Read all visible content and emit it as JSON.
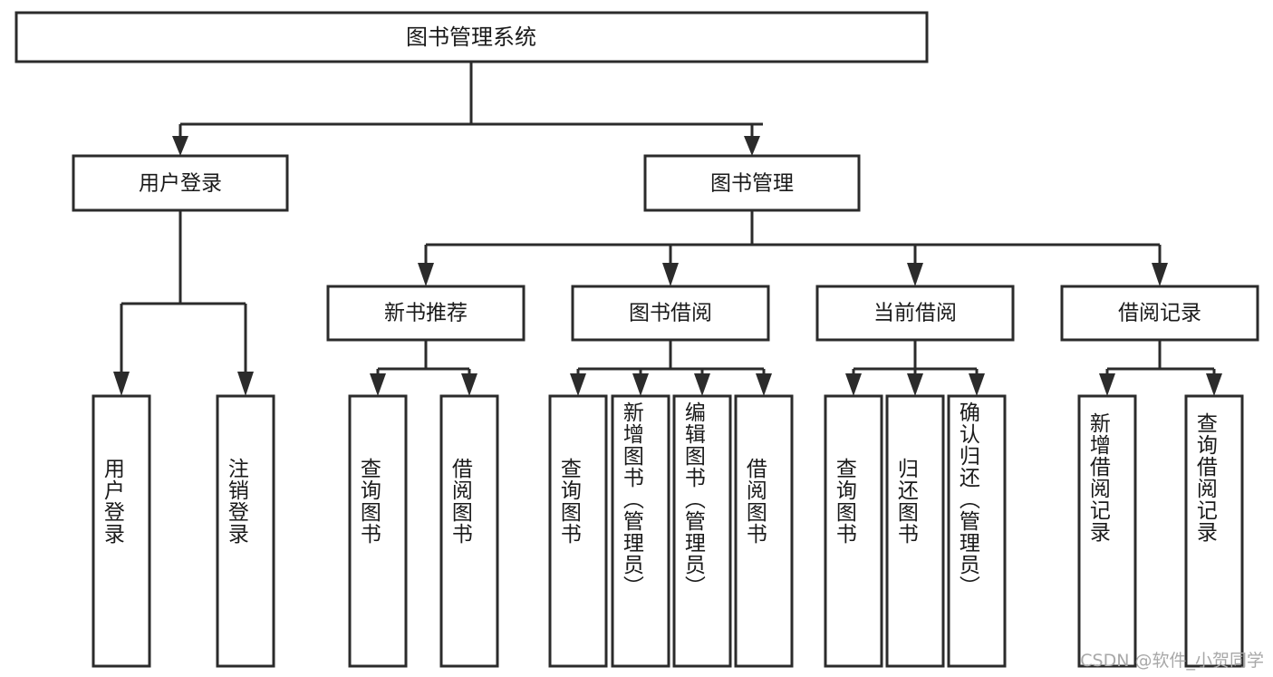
{
  "diagram": {
    "type": "tree",
    "title": "图书管理系统",
    "orientation": "top-down",
    "colors": {
      "stroke": "#2b2b2b",
      "box_fill": "#ffffff",
      "text": "#1a1a1a",
      "background": "#ffffff",
      "watermark": "#a8a8a8"
    },
    "root": {
      "label": "图书管理系统"
    },
    "level2": [
      {
        "label": "用户登录"
      },
      {
        "label": "图书管理"
      }
    ],
    "level3": [
      {
        "label": "新书推荐"
      },
      {
        "label": "图书借阅"
      },
      {
        "label": "当前借阅"
      },
      {
        "label": "借阅记录"
      }
    ],
    "leaves": {
      "user_login": [
        {
          "label": "用户登录"
        },
        {
          "label": "注销登录"
        }
      ],
      "new_book_recommend": [
        {
          "label": "查询图书"
        },
        {
          "label": "借阅图书"
        }
      ],
      "book_borrow": [
        {
          "label": "查询图书"
        },
        {
          "label": "新增图书（管理员）"
        },
        {
          "label": "编辑图书（管理员）"
        },
        {
          "label": "借阅图书"
        }
      ],
      "current_borrow": [
        {
          "label": "查询图书"
        },
        {
          "label": "归还图书"
        },
        {
          "label": "确认归还（管理员）"
        }
      ],
      "borrow_records": [
        {
          "label": "新增借阅记录"
        },
        {
          "label": "查询借阅记录"
        }
      ]
    }
  },
  "watermark": {
    "text": "CSDN @软件_小贺同学"
  }
}
